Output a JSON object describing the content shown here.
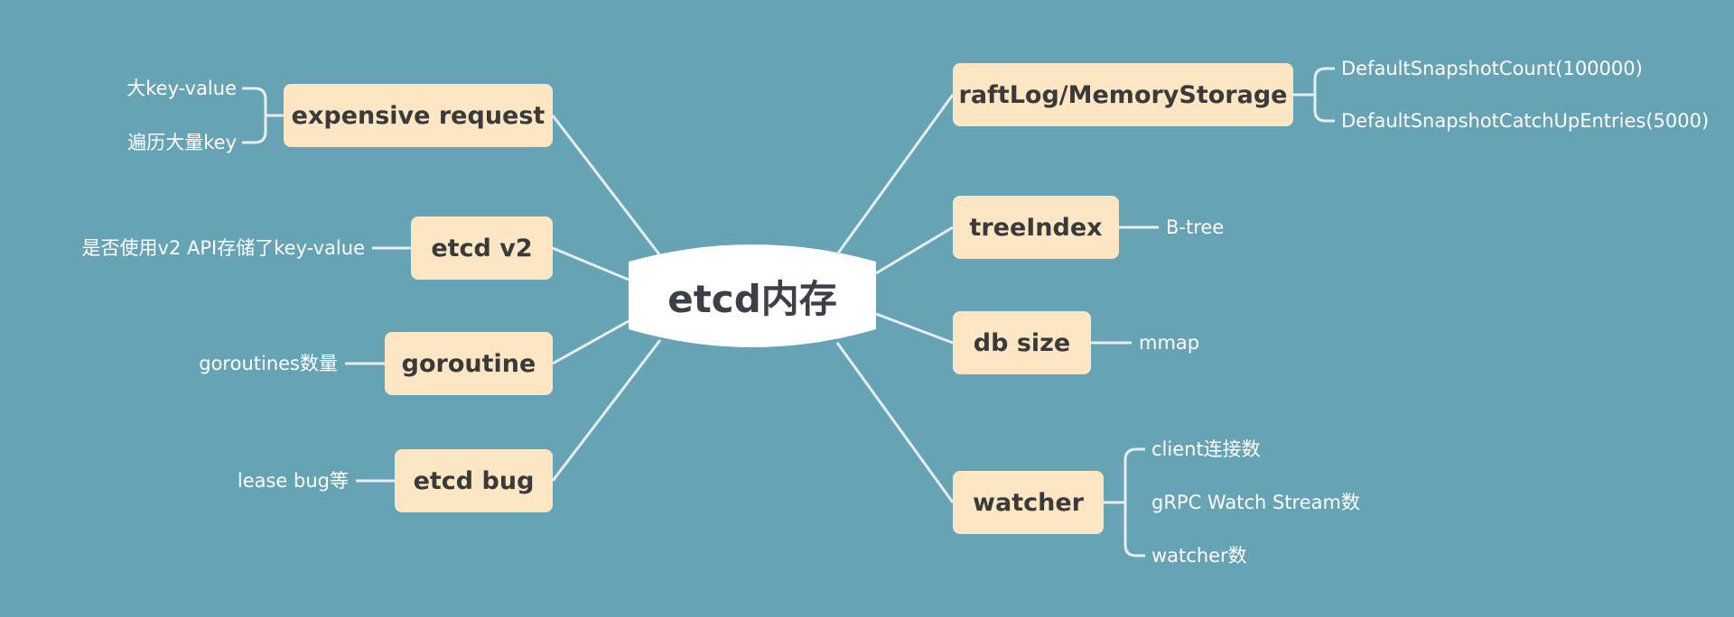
{
  "center": {
    "label": "etcd内存"
  },
  "left_branches": [
    {
      "label": "expensive request",
      "leaves": [
        "大key-value",
        "遍历大量key"
      ]
    },
    {
      "label": "etcd v2",
      "leaves": [
        "是否使用v2 API存储了key-value"
      ]
    },
    {
      "label": "goroutine",
      "leaves": [
        "goroutines数量"
      ]
    },
    {
      "label": "etcd bug",
      "leaves": [
        "lease bug等"
      ]
    }
  ],
  "right_branches": [
    {
      "label": "raftLog/MemoryStorage",
      "leaves": [
        "DefaultSnapshotCount(100000)",
        "DefaultSnapshotCatchUpEntries(5000)"
      ]
    },
    {
      "label": "treeIndex",
      "leaves": [
        "B-tree"
      ]
    },
    {
      "label": "db size",
      "leaves": [
        "mmap"
      ]
    },
    {
      "label": "watcher",
      "leaves": [
        "client连接数",
        "gRPC Watch Stream数",
        "watcher数"
      ]
    }
  ],
  "colors": {
    "background": "#66a3b4",
    "node_fill": "#fce6c3",
    "center_fill": "#ffffff",
    "line": "#e6eef0",
    "leaf_text": "#ffffff"
  }
}
